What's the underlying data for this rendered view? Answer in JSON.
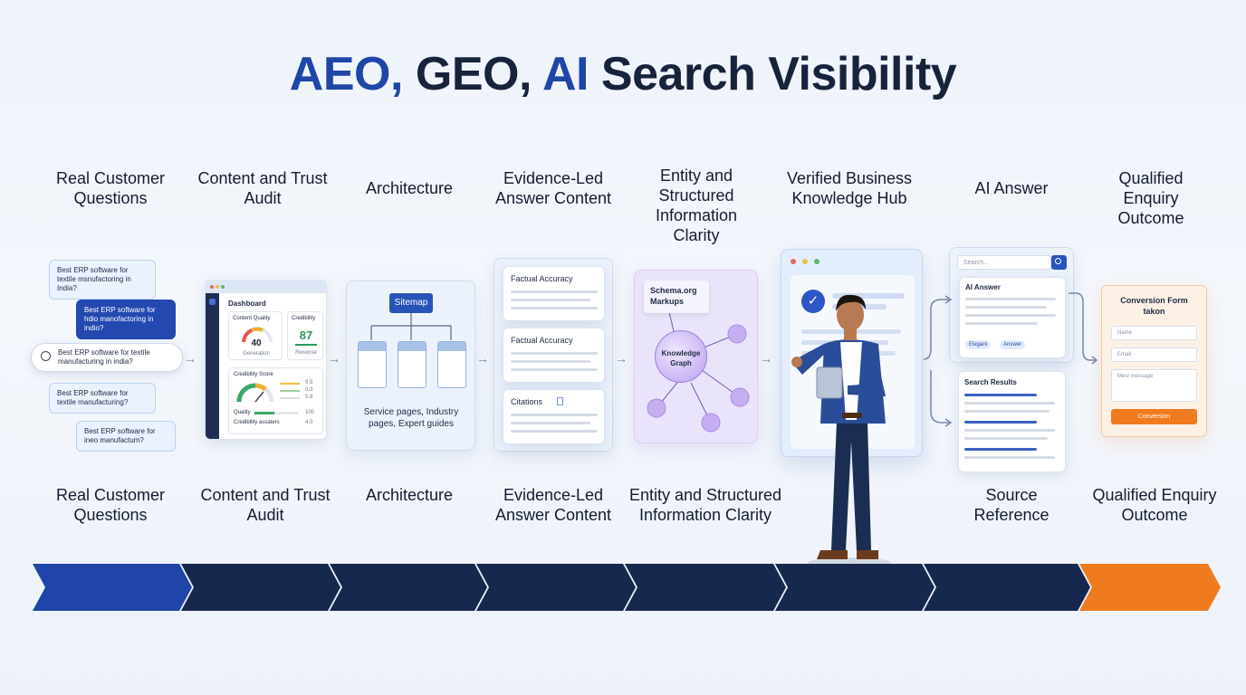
{
  "title": {
    "part1": "AEO,",
    "part2": " GEO, ",
    "part3": "AI",
    "part4": " Search Visibility"
  },
  "top_headings": [
    "Real Customer Questions",
    "Content and Trust Audit",
    "Architecture",
    "Evidence-Led Answer Content",
    "Entity and Structured Information Clarity",
    "Verified Business Knowledge Hub",
    "AI Answer",
    "Qualified Enquiry Outcome"
  ],
  "bottom_labels": [
    "Real Customer Questions",
    "Content and Trust Audit",
    "Architecture",
    "Evidence-Led Answer Content",
    "Entity and Structured Information Clarity",
    "Source Reference",
    "Qualified Enquiry Outcome"
  ],
  "questions": {
    "q1": "Best ERP software for textile msnufactoring in India?",
    "q2": "Best ERP software for hdio manofactoring in indio?",
    "search": "Best ERP software for textile manufacturing in india?",
    "q3": "Best ERP software for textile manufacturing?",
    "q4": "Best ERP software for ineo manufactum?"
  },
  "dashboard": {
    "title": "Dashboard",
    "content_quality": "Content Quality",
    "gauge_value": "40",
    "gauge_caption": "Generation",
    "credibility": "Credibility",
    "credibility_value": "87",
    "credibility_caption": "Resonse",
    "credibility_score": "Credibility Score",
    "bar_vals": [
      "9.5",
      "0.3",
      "5.9"
    ],
    "quality_label": "Quality",
    "quality_value": "100",
    "assets_label": "Credibility assaters",
    "assets_value": "4.0"
  },
  "architecture": {
    "sitemap": "Sitemap",
    "caption": "Service pages, Industry pages, Expert guides"
  },
  "evidence": {
    "card1": "Factual Accuracy",
    "card2": "Factual Accuracy",
    "card3": "Citations"
  },
  "entity": {
    "schema": "Schema.org Markups",
    "graph": "Knowledge Graph"
  },
  "ai_answer": {
    "search_placeholder": "Search...",
    "answer_title": "AI Answer",
    "tag1": "Elegant",
    "tag2": "Answer",
    "results_title": "Search Results"
  },
  "form": {
    "title": "Conversion Form takon",
    "name": "Name",
    "email": "Email",
    "message": "Mesr message",
    "button": "Conversion"
  },
  "colors": {
    "blue": "#1f45a8",
    "navy": "#17284f",
    "orange": "#f07a1e"
  },
  "timeline": [
    {
      "color": "blue"
    },
    {
      "color": "navy"
    },
    {
      "color": "navy"
    },
    {
      "color": "navy"
    },
    {
      "color": "navy"
    },
    {
      "color": "navy"
    },
    {
      "color": "navy"
    },
    {
      "color": "orange"
    }
  ]
}
